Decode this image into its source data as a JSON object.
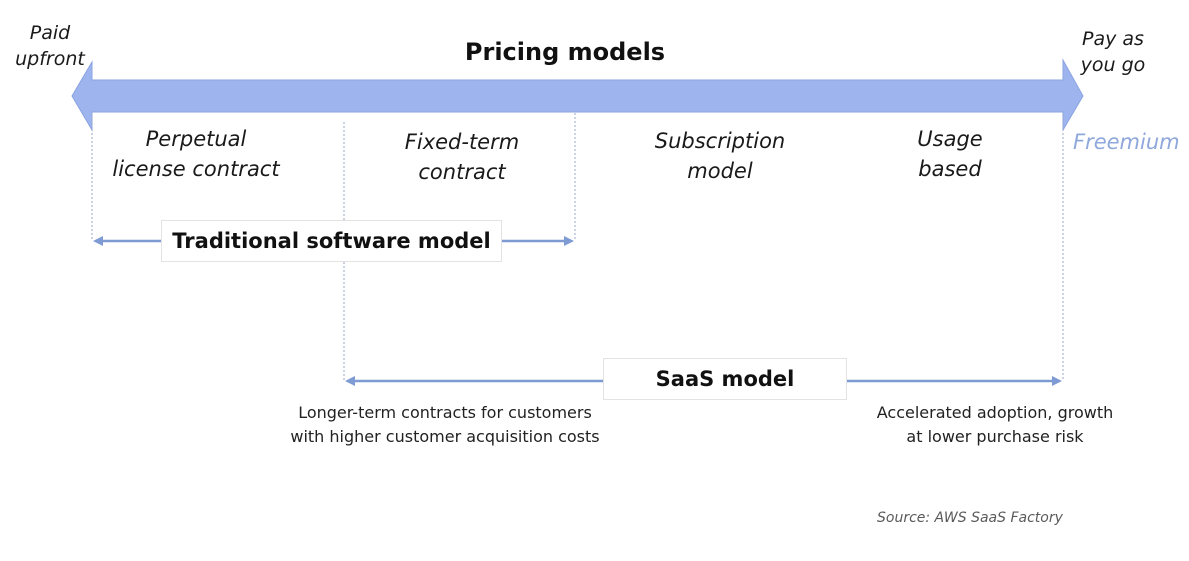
{
  "title": "Pricing models",
  "left_end_label": "Paid\nupfront",
  "right_end_label": "Pay as\nyou go",
  "models": [
    {
      "label": "Perpetual\nlicense contract"
    },
    {
      "label": "Fixed-term\ncontract"
    },
    {
      "label": "Subscription\nmodel"
    },
    {
      "label": "Usage\nbased"
    }
  ],
  "freemium_label": "Freemium",
  "traditional_label": "Traditional software model",
  "saas_label": "SaaS model",
  "left_note": "Longer-term contracts for customers\nwith higher customer acquisition costs",
  "right_note": "Accelerated adoption, growth\nat lower purchase risk",
  "source": "Source: AWS SaaS Factory",
  "colors": {
    "arrow_fill": "#9db4ee",
    "arrow_stroke": "#8aa3e0",
    "span_line": "#7e9bd4",
    "freemium": "#8fa8dc"
  }
}
